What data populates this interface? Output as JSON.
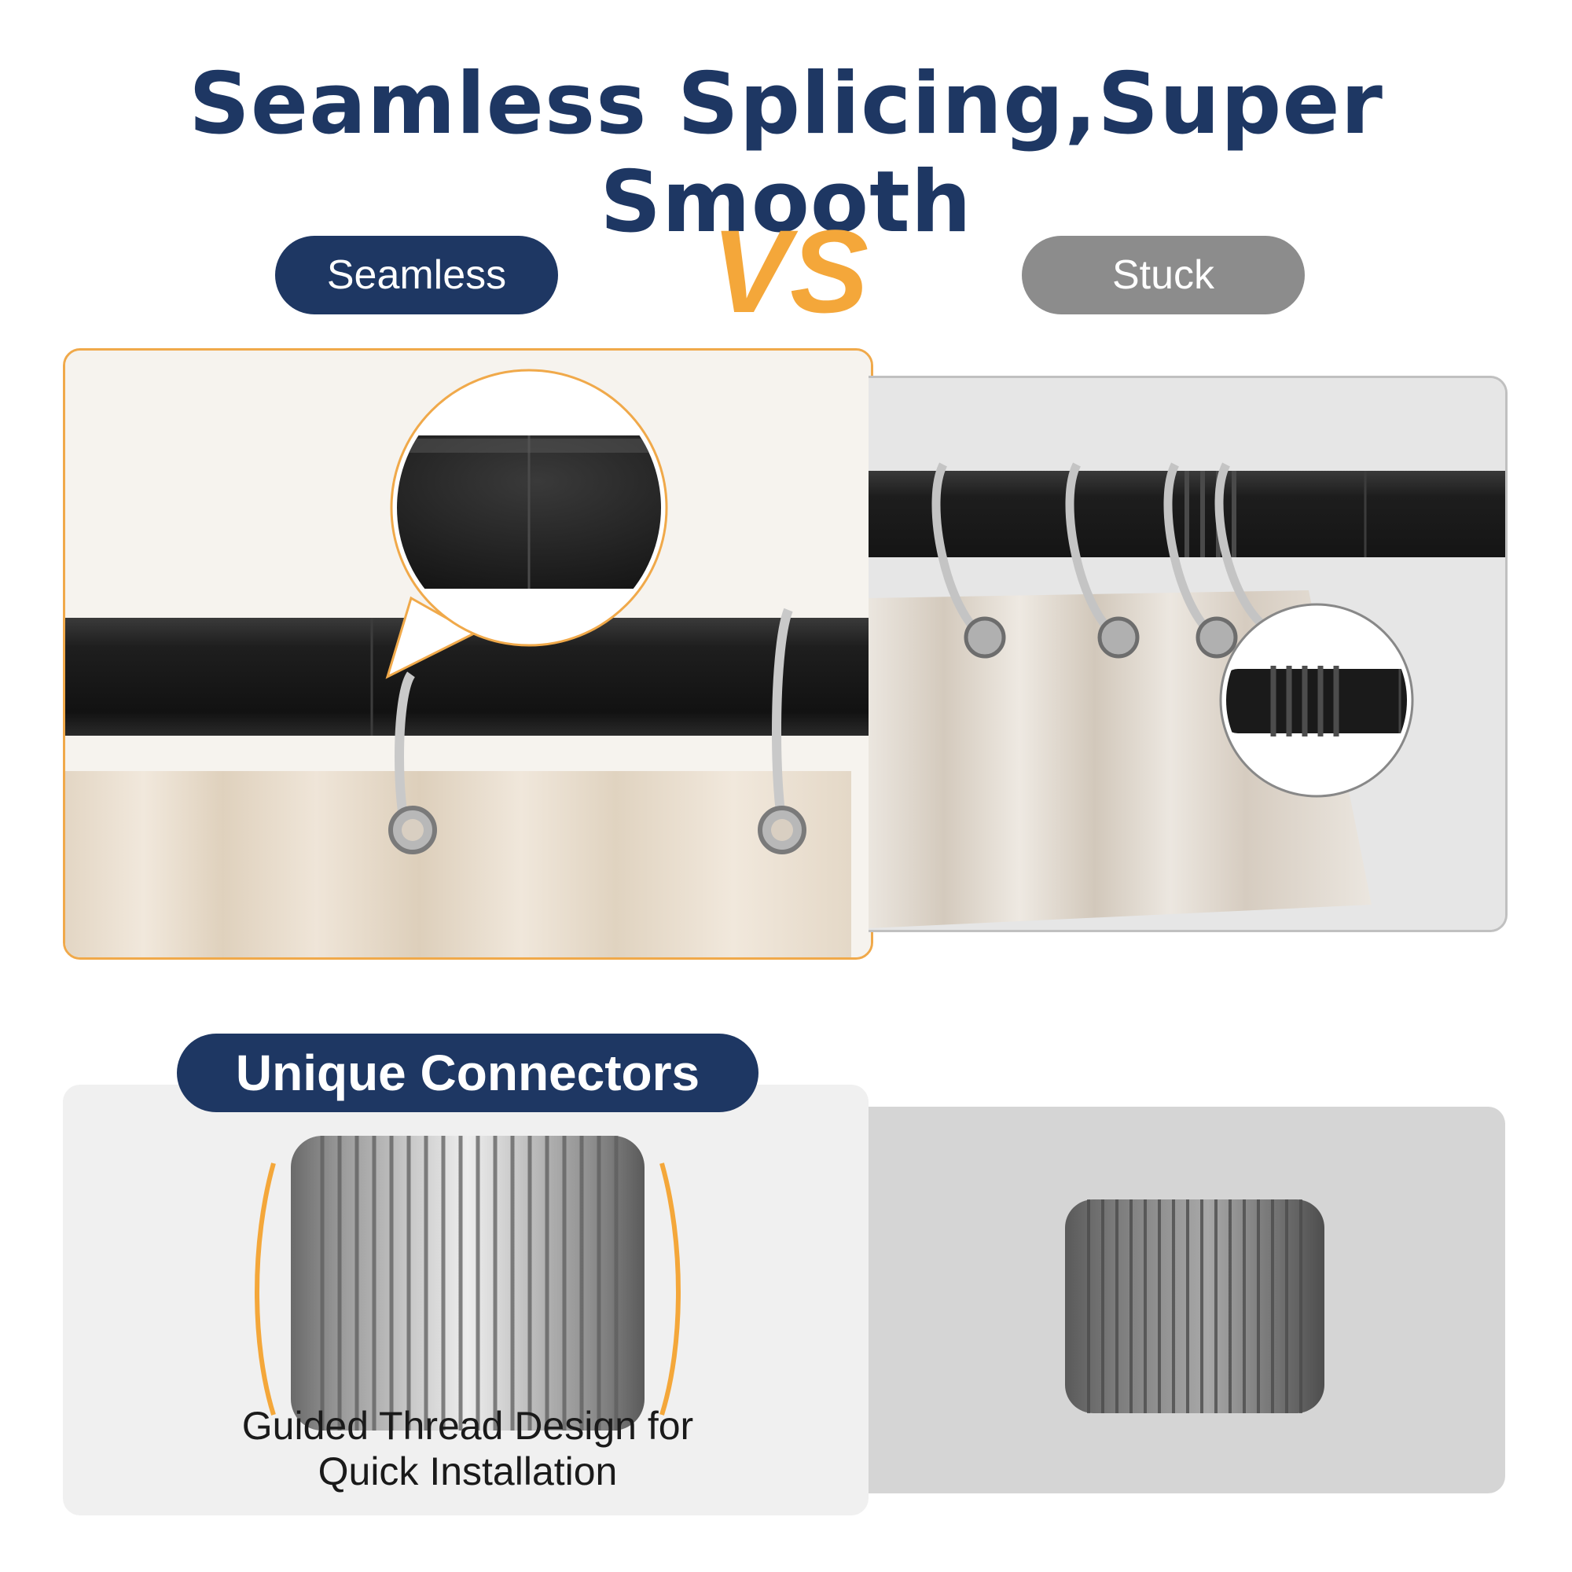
{
  "header": {
    "title": "Seamless Splicing,Super Smooth"
  },
  "comparison": {
    "left_label": "Seamless",
    "vs_label": "VS",
    "right_label": "Stuck"
  },
  "connectors": {
    "section_label": "Unique Connectors",
    "caption_line1": "Guided Thread Design for",
    "caption_line2": "Quick Installation"
  },
  "colors": {
    "navy": "#1e3763",
    "orange": "#f4a73a",
    "gray_pill": "#8c8c8c",
    "rod_black": "#1c1c1c",
    "curtain_beige": "#e7dccd"
  }
}
